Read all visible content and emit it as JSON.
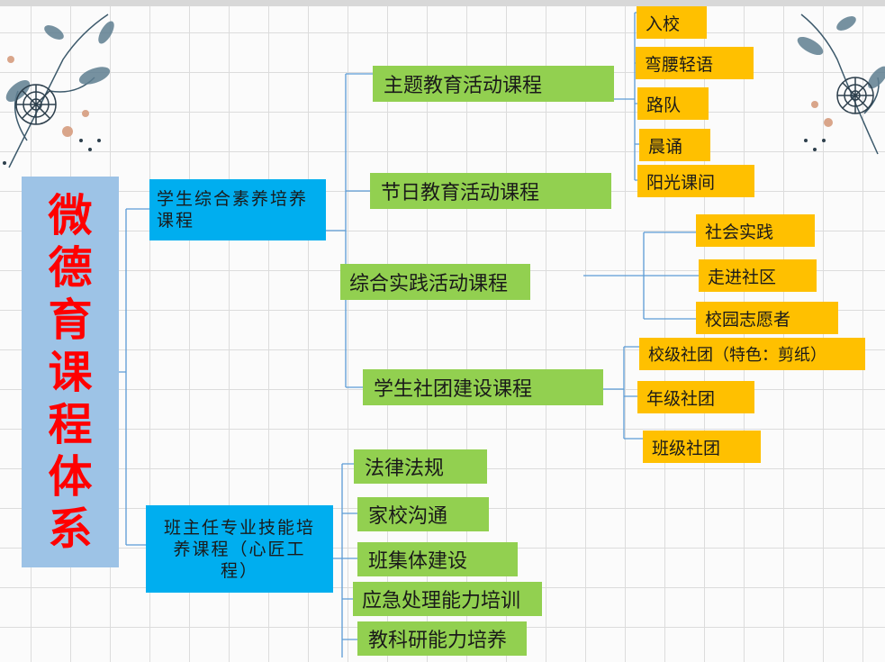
{
  "root": "微德育课程体系",
  "level1": [
    {
      "label": "学生综合素养培养课程"
    },
    {
      "label": "班主任专业技能培养课程（心匠工程）"
    }
  ],
  "level2": {
    "theme": "主题教育活动课程",
    "festival": "节日教育活动课程",
    "practice": "综合实践活动课程",
    "club": "学生社团建设课程",
    "law": "法律法规",
    "home_school": "家校沟通",
    "class_building": "班集体建设",
    "emergency": "应急处理能力培训",
    "research": "教科研能力培养"
  },
  "level3": {
    "theme_items": [
      "入校",
      "弯腰轻语",
      "路队",
      "晨诵",
      "阳光课间"
    ],
    "practice_items": [
      "社会实践",
      "走进社区",
      "校园志愿者"
    ],
    "club_items": [
      "校级社团（特色：剪纸）",
      "年级社团",
      "班级社团"
    ]
  },
  "colors": {
    "root_bg": "#9dc3e6",
    "root_text": "#ff0000",
    "level1_bg": "#00aeef",
    "level2_bg": "#92d050",
    "level3_bg": "#ffc000",
    "connector": "#5b9bd5"
  }
}
